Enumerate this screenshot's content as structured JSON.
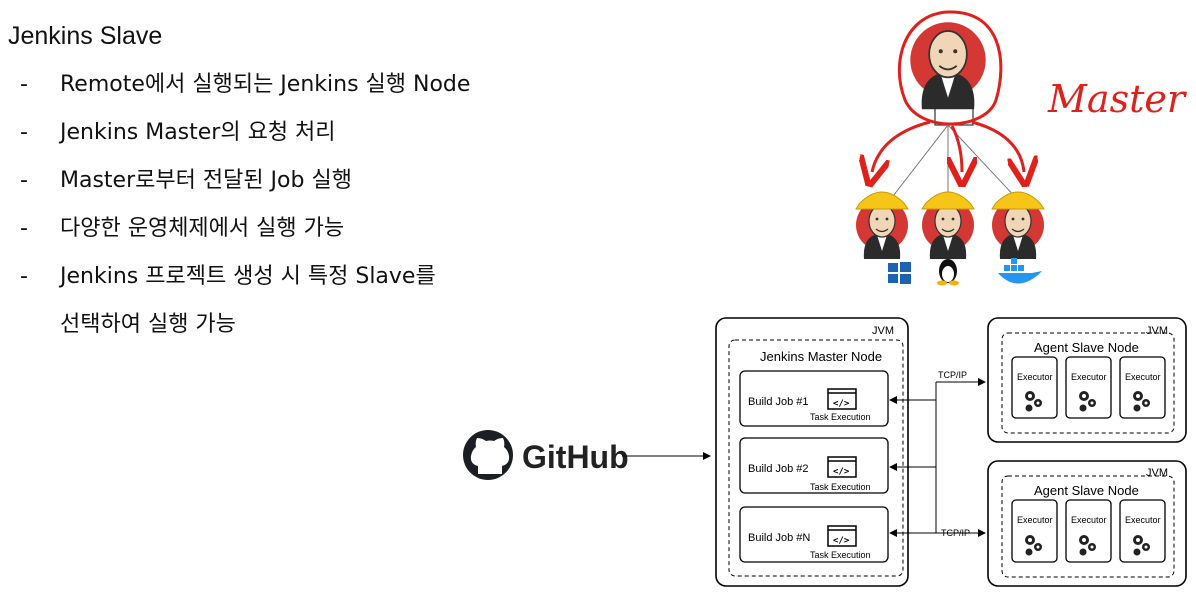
{
  "slide": {
    "title": "Jenkins Slave",
    "bullets": [
      {
        "dash": "-",
        "text": "Remote에서 실행되는 Jenkins 실행 Node"
      },
      {
        "dash": "-",
        "text": "Jenkins Master의 요청 처리"
      },
      {
        "dash": "-",
        "text": "Master로부터 전달된 Job 실행"
      },
      {
        "dash": "-",
        "text": "다양한 운영체제에서 실행 가능"
      },
      {
        "dash": "-",
        "text": "Jenkins 프로젝트 생성 시 특정 Slave를",
        "cont": "선택하여 실행 가능"
      }
    ],
    "annotation": "Master"
  },
  "diagram": {
    "github_label": "GitHub",
    "master": {
      "jvm_label": "JVM",
      "title": "Jenkins Master Node",
      "jobs": [
        {
          "name": "Build Job #1",
          "sub": "Task Execution",
          "code": "</>"
        },
        {
          "name": "Build Job #2",
          "sub": "Task Execution",
          "code": "</>"
        },
        {
          "name": "Build Job #N",
          "sub": "Task Execution",
          "code": "</>"
        }
      ]
    },
    "links": [
      "TCP/IP",
      "TCP/IP"
    ],
    "agents": [
      {
        "jvm_label": "JVM",
        "title": "Agent Slave Node",
        "executors": [
          "Executor",
          "Executor",
          "Executor"
        ]
      },
      {
        "jvm_label": "JVM",
        "title": "Agent Slave Node",
        "executors": [
          "Executor",
          "Executor",
          "Executor"
        ]
      }
    ]
  },
  "colors": {
    "annotation": "#e0201b",
    "jenkins_red": "#d33834",
    "helmet": "#f5c518",
    "skin": "#f0d6b7"
  }
}
